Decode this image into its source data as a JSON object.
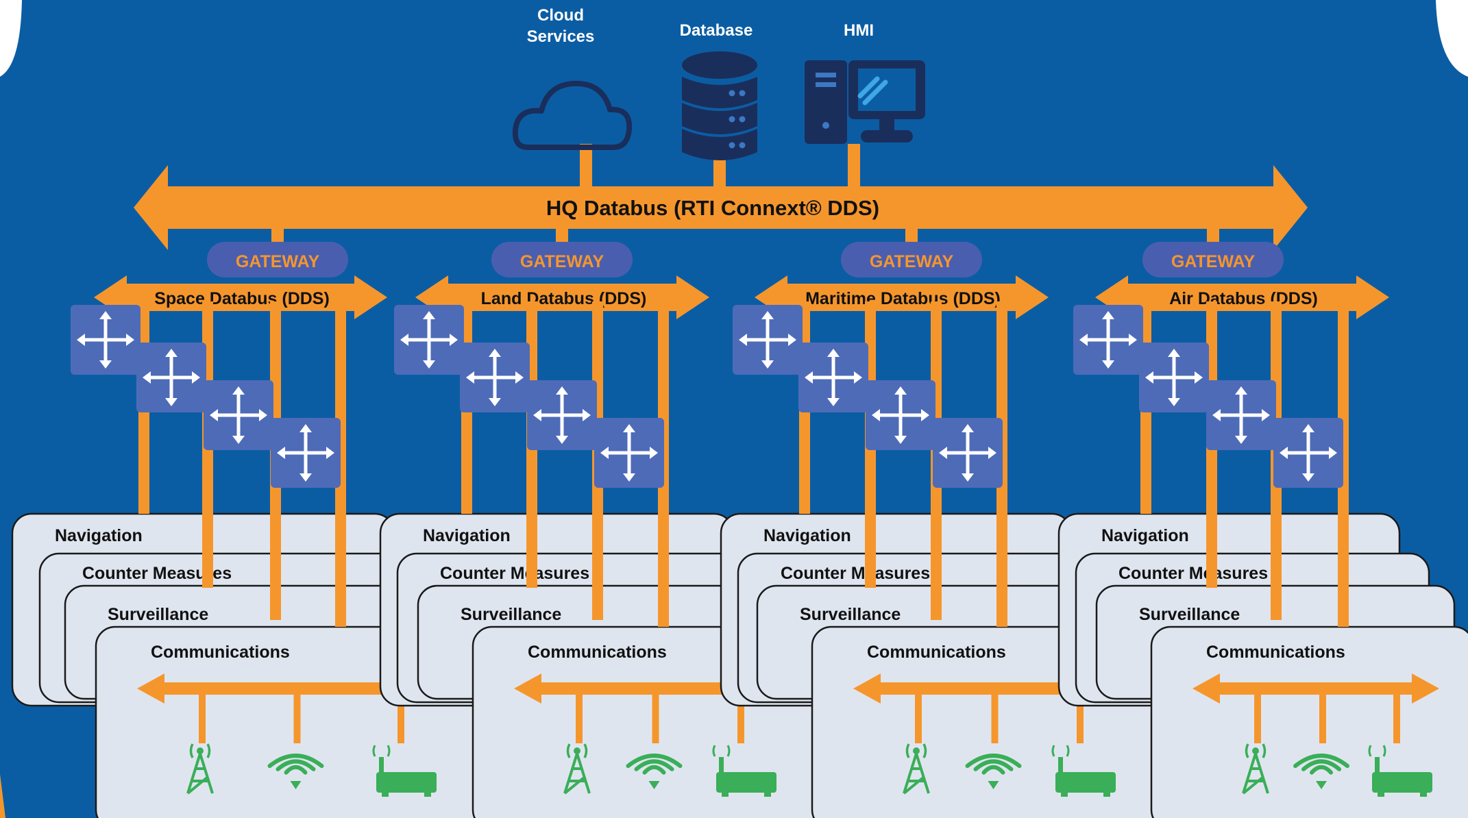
{
  "colors": {
    "background": "#0b5da3",
    "bus": "#f5962d",
    "gateway": "#4a5eb0",
    "gateway_text": "#f5962d",
    "switch_box": "#4e6bb8",
    "panel_fill": "#dfe5ef",
    "panel_border": "#1a1a1a",
    "icon_dark": "#1a2e5c",
    "device_green": "#3aae58",
    "white_text": "#ffffff",
    "dark_text": "#111111"
  },
  "top": {
    "services": [
      {
        "label": "Cloud\nServices",
        "icon": "cloud-icon"
      },
      {
        "label": "Database",
        "icon": "database-icon"
      },
      {
        "label": "HMI",
        "icon": "computer-icon"
      }
    ],
    "hq_bus": {
      "label": "HQ Databus (RTI Connext® DDS)"
    }
  },
  "domains": [
    {
      "name": "space",
      "gateway": "GATEWAY",
      "bus": "Space Databus (DDS)",
      "layers": [
        "Navigation",
        "Counter Measures",
        "Surveillance",
        "Communications"
      ],
      "devices": [
        "cell-tower-icon",
        "wifi-icon",
        "router-icon"
      ]
    },
    {
      "name": "land",
      "gateway": "GATEWAY",
      "bus": "Land Databus (DDS)",
      "layers": [
        "Navigation",
        "Counter Measures",
        "Surveillance",
        "Communications"
      ],
      "devices": [
        "cell-tower-icon",
        "wifi-icon",
        "router-icon"
      ]
    },
    {
      "name": "maritime",
      "gateway": "GATEWAY",
      "bus": "Maritime Databus (DDS)",
      "layers": [
        "Navigation",
        "Counter Measures",
        "Surveillance",
        "Communications"
      ],
      "devices": [
        "cell-tower-icon",
        "wifi-icon",
        "router-icon"
      ]
    },
    {
      "name": "air",
      "gateway": "GATEWAY",
      "bus": "Air Databus (DDS)",
      "layers": [
        "Navigation",
        "Counter Measures",
        "Surveillance",
        "Communications"
      ],
      "devices": [
        "cell-tower-icon",
        "wifi-icon",
        "router-icon"
      ]
    }
  ]
}
